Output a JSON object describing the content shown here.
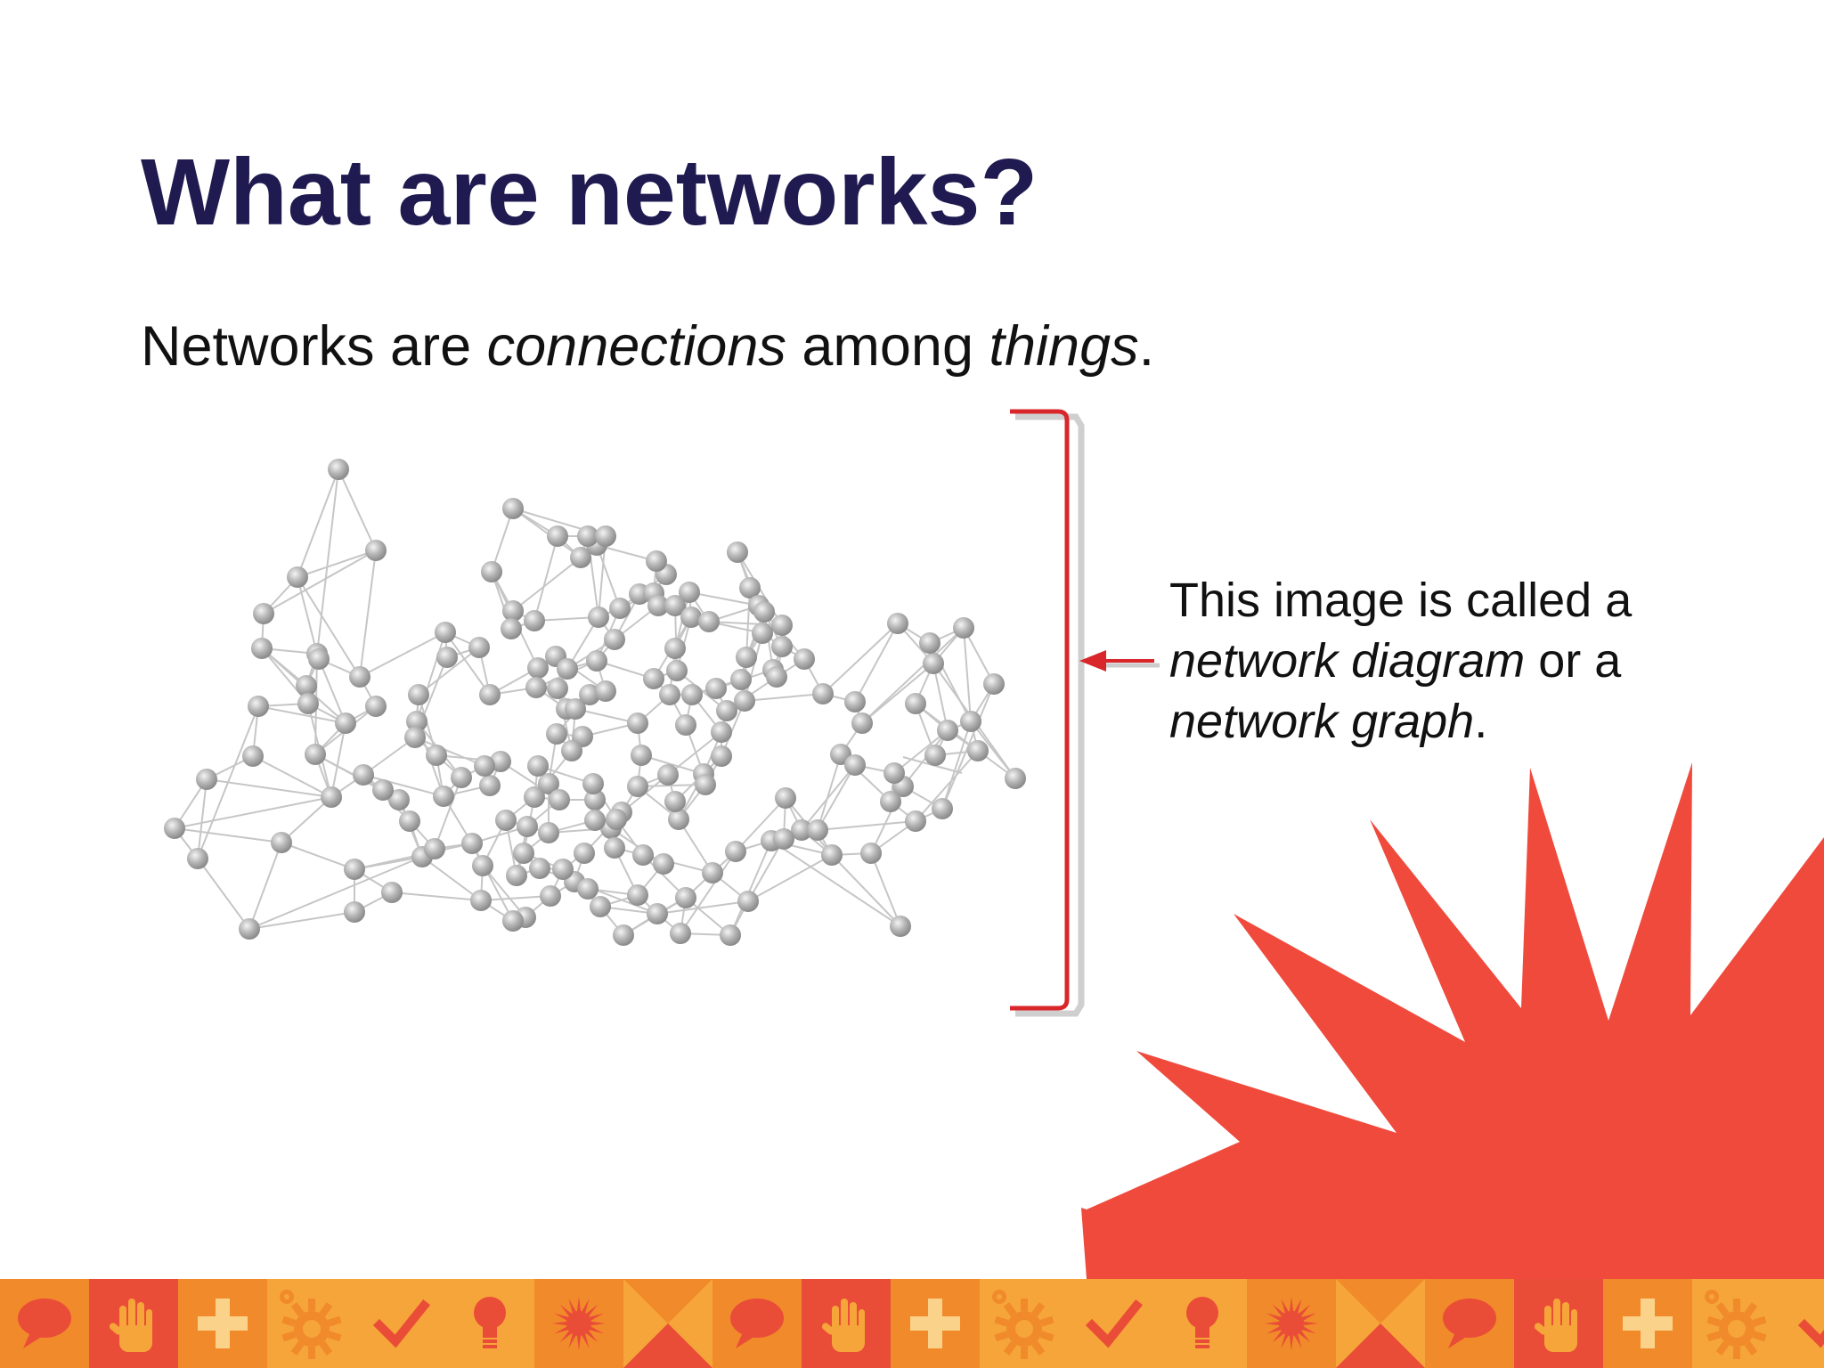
{
  "slide": {
    "title": "What are networks?",
    "subtitle": {
      "part1": "Networks are ",
      "em1": "connections",
      "part2": " among ",
      "em2": "things",
      "part3": "."
    },
    "callout": {
      "line1": "This image is called a",
      "line2_em": "network diagram",
      "line2_rest": " or a",
      "line3_em": "network graph",
      "line3_rest": "."
    }
  },
  "colors": {
    "title": "#1f1a4f",
    "text": "#111111",
    "accent_red": "#e8413b",
    "bracket": "#d8262b",
    "node_fill": "#b5b5b5",
    "edge": "#c4c4c4",
    "strip_orange": "#f08a2a",
    "strip_light": "#f6a53a",
    "strip_red": "#ea4d37"
  },
  "footer_icons": [
    "speech-bubble",
    "hand",
    "plus",
    "gear",
    "check",
    "lightbulb",
    "sunburst",
    "bowtie",
    "speech-bubble",
    "hand",
    "plus",
    "gear",
    "check",
    "lightbulb",
    "sunburst",
    "bowtie",
    "speech-bubble",
    "hand",
    "plus",
    "gear",
    "check"
  ]
}
